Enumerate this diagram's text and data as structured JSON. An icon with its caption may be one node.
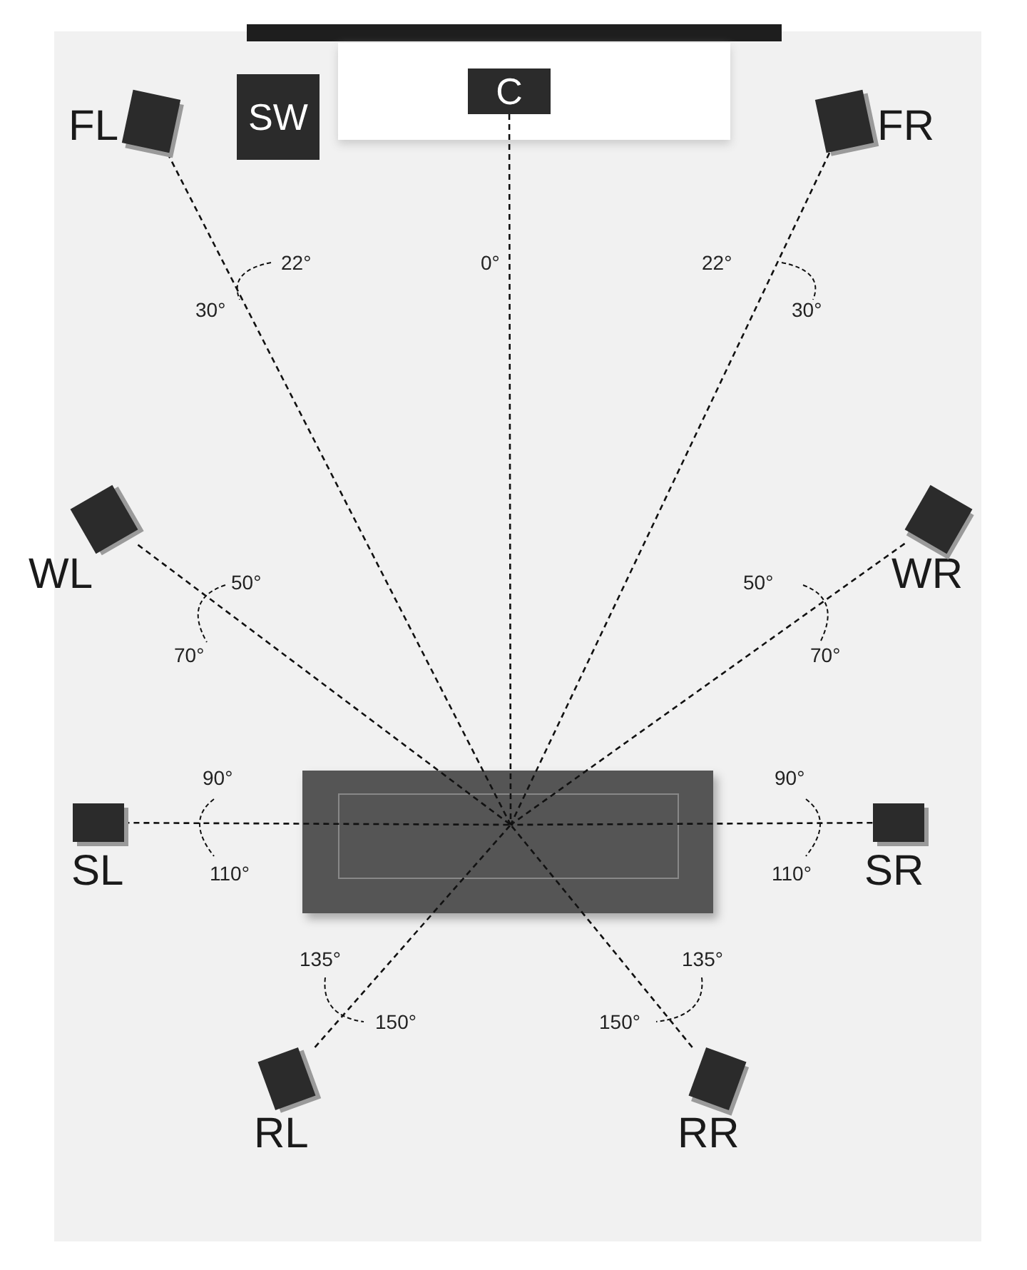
{
  "diagram": {
    "nodes": [
      {
        "text": [
          "FL"
        ]
      },
      {
        "text": [
          "SW"
        ]
      },
      {
        "text": [
          "C"
        ]
      },
      {
        "text": [
          "FR"
        ]
      },
      {
        "text": [
          "WL"
        ]
      },
      {
        "text": [
          "WR"
        ]
      },
      {
        "text": [
          "SL"
        ]
      },
      {
        "text": [
          "SR"
        ]
      },
      {
        "text": [
          "RL"
        ]
      },
      {
        "text": [
          "RR"
        ]
      }
    ],
    "edges": [
      {
        "from": 0,
        "to": null,
        "arrow": "none",
        "style": "dashed"
      },
      {
        "from": 2,
        "to": null,
        "arrow": "none",
        "style": "dashed"
      },
      {
        "from": 3,
        "to": null,
        "arrow": "none",
        "style": "dashed"
      },
      {
        "from": 4,
        "to": null,
        "arrow": "none",
        "style": "dashed"
      },
      {
        "from": 5,
        "to": null,
        "arrow": "none",
        "style": "dashed"
      },
      {
        "from": 6,
        "to": null,
        "arrow": "none",
        "style": "dashed"
      },
      {
        "from": 7,
        "to": null,
        "arrow": "none",
        "style": "dashed"
      },
      {
        "from": 8,
        "to": null,
        "arrow": "none",
        "style": "dashed"
      },
      {
        "from": 9,
        "to": null,
        "arrow": "none",
        "style": "dashed"
      }
    ],
    "labels": [
      "22°",
      "0°",
      "22°",
      "30°",
      "30°",
      "50°",
      "50°",
      "70°",
      "70°",
      "90°",
      "90°",
      "110°",
      "110°",
      "135°",
      "135°",
      "150°",
      "150°"
    ]
  }
}
